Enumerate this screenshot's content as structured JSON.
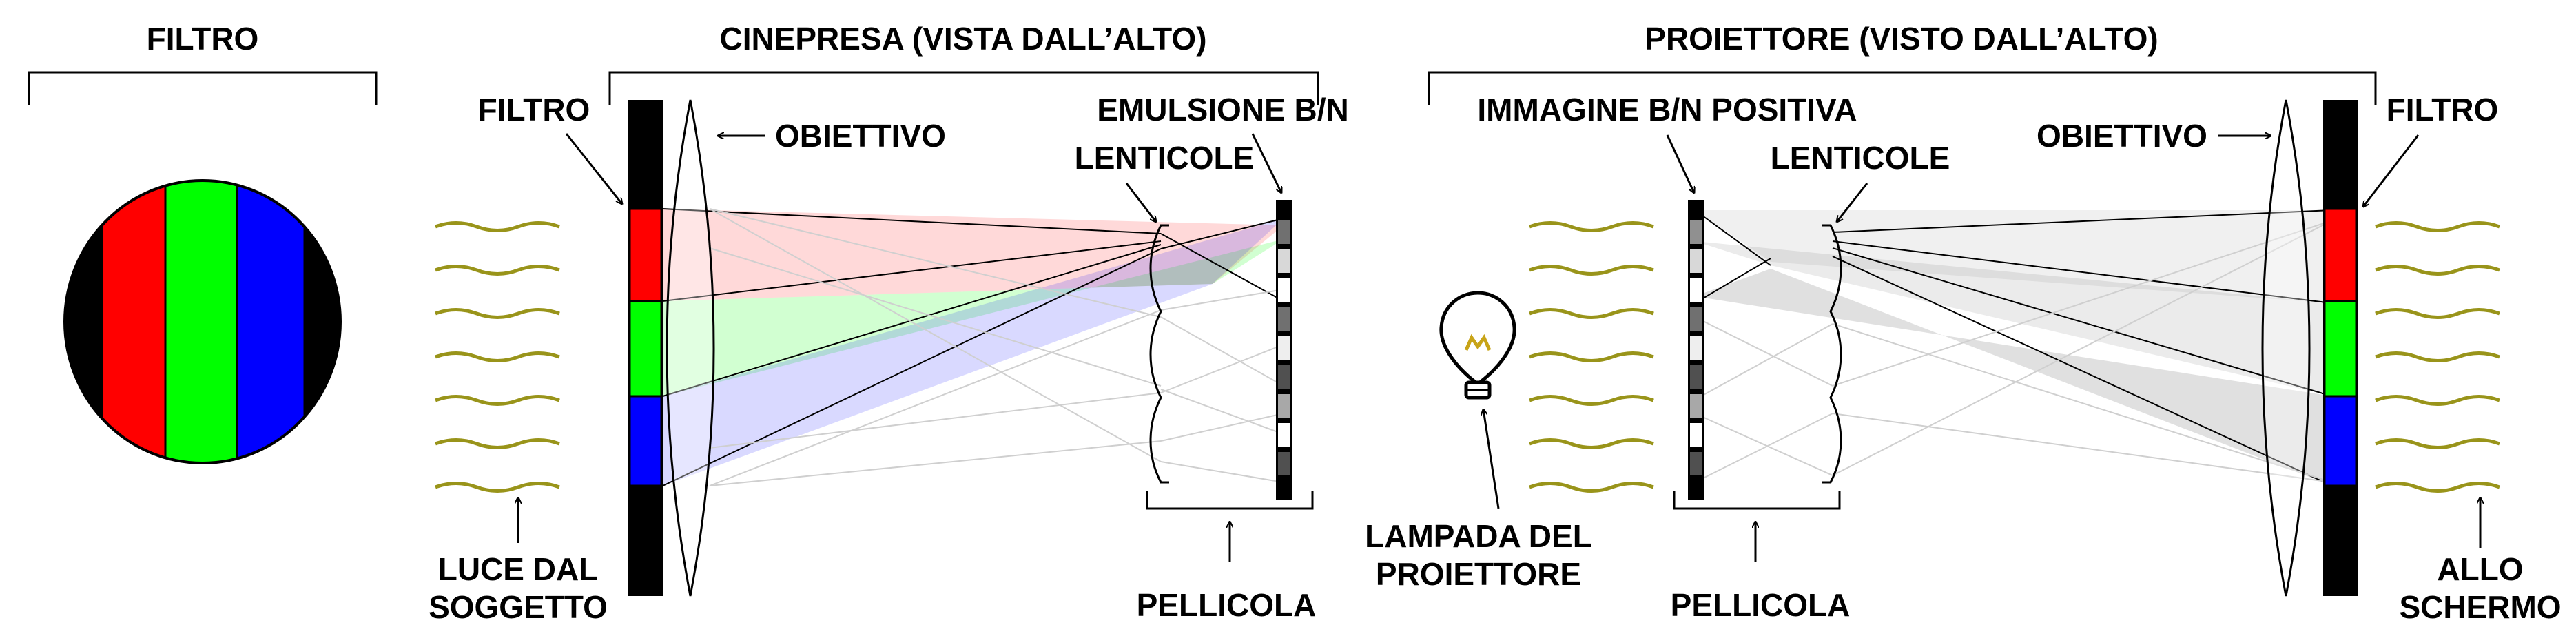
{
  "panels": {
    "filter": {
      "title": "FILTRO"
    },
    "camera": {
      "title": "CINEPRESA (VISTA DALL’ALTO)",
      "filter_label": "FILTRO",
      "lens_label": "OBIETTIVO",
      "emulsion_label": "EMULSIONE B/N",
      "lenticules_label": "LENTICOLE",
      "film_label": "PELLICOLA",
      "light_label_line1": "LUCE DAL",
      "light_label_line2": "SOGGETTO"
    },
    "projector": {
      "title": "PROIETTORE (VISTO DALL’ALTO)",
      "image_label": "IMMAGINE B/N POSITIVA",
      "lenticules_label": "LENTICOLE",
      "lens_label": "OBIETTIVO",
      "filter_label": "FILTRO",
      "lamp_label_line1": "LAMPADA DEL",
      "lamp_label_line2": "PROIETTORE",
      "film_label": "PELLICOLA",
      "screen_label_line1": "ALLO",
      "screen_label_line2": "SCHERMO"
    }
  },
  "colors": {
    "red": "#ff0000",
    "green": "#00ff00",
    "blue": "#0000ff",
    "wave": "#99941a",
    "line": "#000000",
    "ray_gray": "#cfcfcf"
  },
  "icons": {
    "lamp": "light-bulb-icon"
  }
}
